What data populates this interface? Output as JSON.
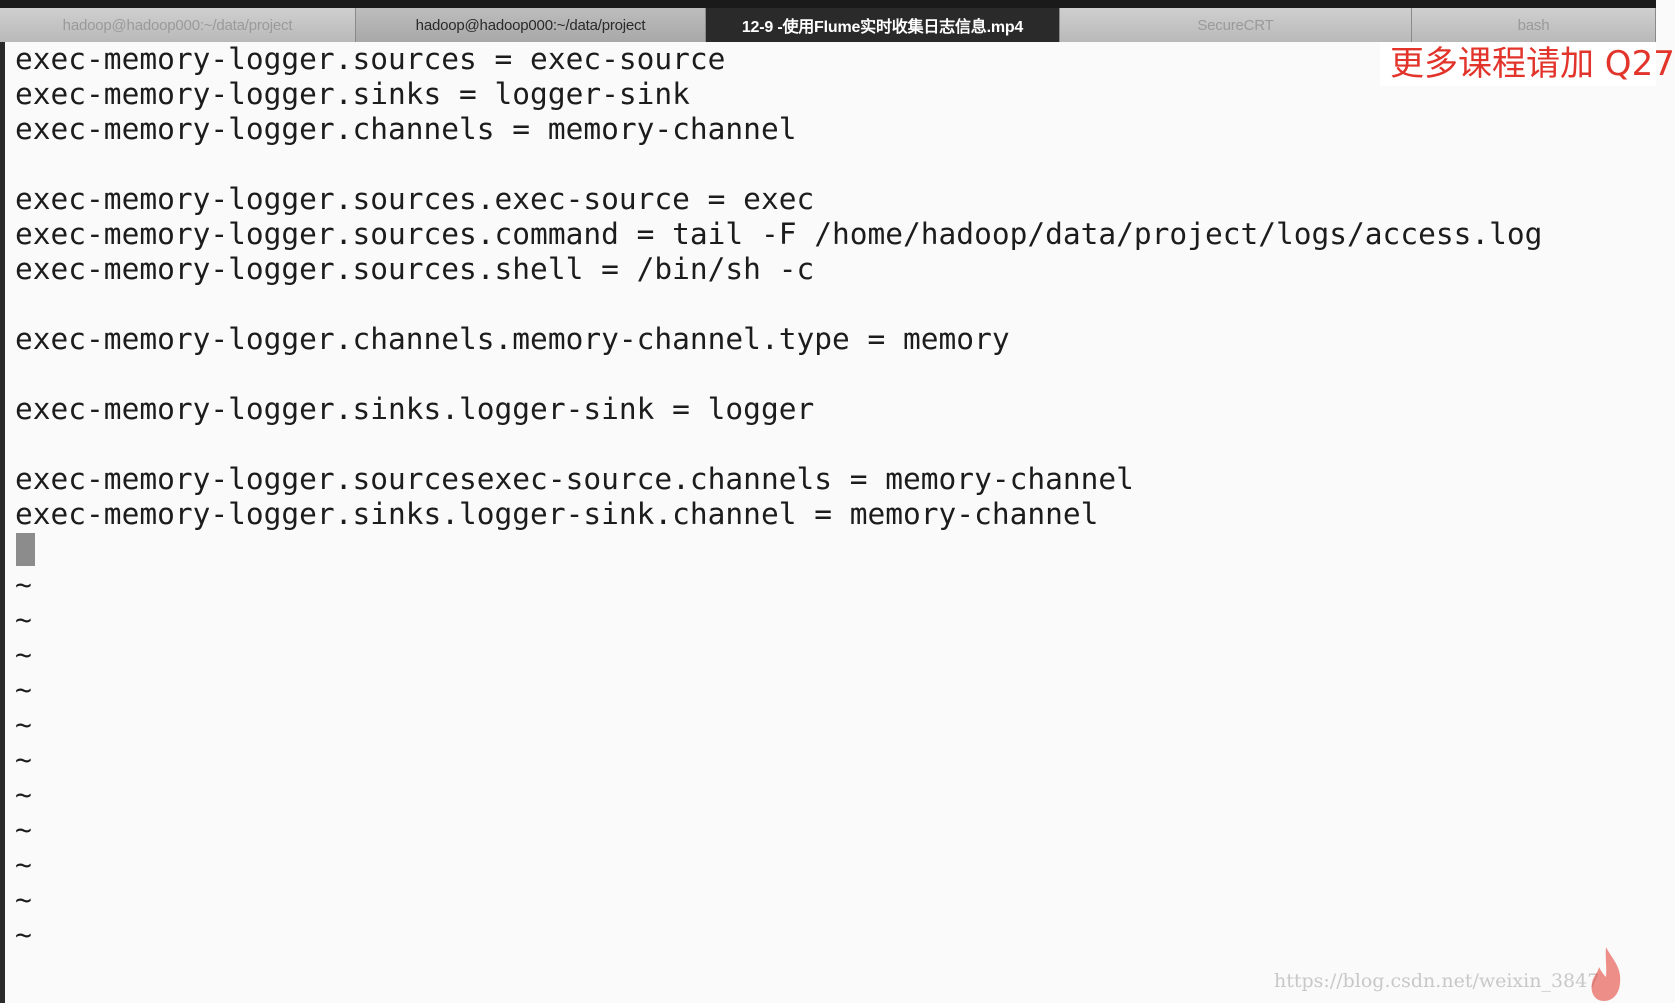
{
  "tabs": [
    {
      "label": "hadoop@hadoop000:~/data/project"
    },
    {
      "label": "hadoop@hadoop000:~/data/project"
    },
    {
      "label": "12-9 -使用Flume实时收集日志信息.mp4"
    },
    {
      "label": "SecureCRT"
    },
    {
      "label": "bash"
    }
  ],
  "terminal": {
    "lines": [
      "exec-memory-logger.sources = exec-source",
      "exec-memory-logger.sinks = logger-sink",
      "exec-memory-logger.channels = memory-channel",
      "",
      "exec-memory-logger.sources.exec-source = exec",
      "exec-memory-logger.sources.command = tail -F /home/hadoop/data/project/logs/access.log",
      "exec-memory-logger.sources.shell = /bin/sh -c",
      "",
      "exec-memory-logger.channels.memory-channel.type = memory",
      "",
      "exec-memory-logger.sinks.logger-sink = logger",
      "",
      "exec-memory-logger.sourcesexec-source.channels = memory-channel",
      "exec-memory-logger.sinks.logger-sink.channel = memory-channel"
    ],
    "empty_line_marker": "~",
    "empty_line_count": 11
  },
  "watermark": {
    "top_text": "更多课程请加  Q27",
    "url": "https://blog.csdn.net/weixin_3847"
  },
  "colors": {
    "watermark_red": "#e2342a",
    "cursor_gray": "#8c8c8c",
    "terminal_bg": "#fafafa"
  }
}
